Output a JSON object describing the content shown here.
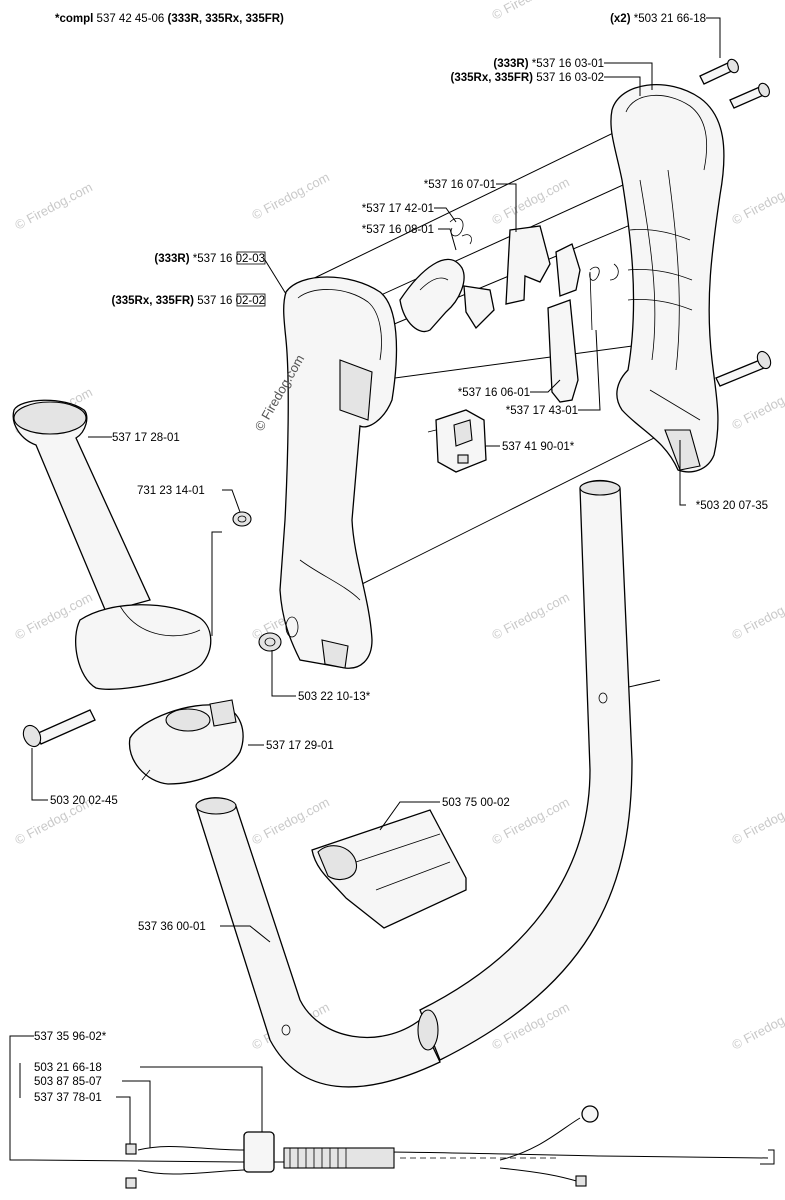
{
  "header": {
    "compl_prefix": "*compl",
    "compl_number": "537 42 45-06",
    "compl_models": "(333R, 335Rx, 335FR)"
  },
  "watermark": {
    "text": "© Firedog.com"
  },
  "labels": {
    "l_x2_qty": "(x2)",
    "l_x2_num": "*503 21 66-18",
    "l_333r_a_model": "(333R)",
    "l_333r_a_num": "*537 16 03-01",
    "l_335_a_model": "(335Rx, 335FR)",
    "l_335_a_num": "537 16 03-02",
    "l_5371607": "*537 16 07-01",
    "l_5371742": "*537 17 42-01",
    "l_5371608": "*537 16 08-01",
    "l_333r_b_model": "(333R)",
    "l_333r_b_num": "*537 16 02-03",
    "l_335_b_model": "(335Rx, 335FR)",
    "l_335_b_num": "537 16 02-02",
    "l_5371606": "*537 16 06-01",
    "l_5371743": "*537 17 43-01",
    "l_5374190": "537 41 90-01*",
    "l_5032007": "*503 20 07-35",
    "l_5371728": "537 17 28-01",
    "l_7312314": "731 23 14-01",
    "l_5032210": "503 22 10-13*",
    "l_5371729": "537 17 29-01",
    "l_5032002": "503 20 02-45",
    "l_5037500": "503 75 00-02",
    "l_5373600": "537 36 00-01",
    "l_5373596": "537 35 96-02*",
    "l_5032166": "503 21 66-18",
    "l_5038785": "503 87 85-07",
    "l_5373778": "537 37 78-01"
  }
}
